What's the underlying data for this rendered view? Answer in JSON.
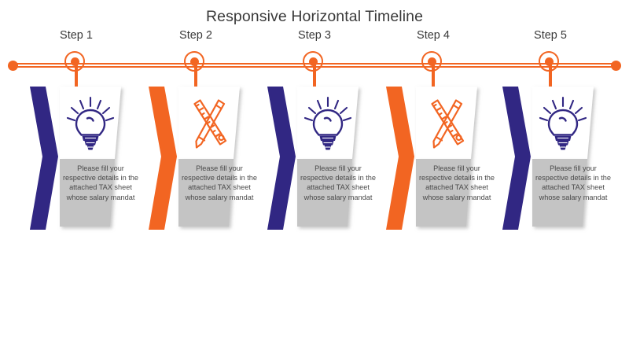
{
  "page": {
    "title": "Responsive Horizontal Timeline"
  },
  "colors": {
    "orange": "#f26522",
    "purple": "#312783",
    "gray_panel": "#c4c4c4",
    "white_panel": "#ffffff",
    "title_text": "#3a3a3a",
    "body_text": "#4a4a4a"
  },
  "timeline": {
    "axis_color": "#f26522",
    "left_cap": "endpoint-dot",
    "right_cap": "endpoint-dot"
  },
  "steps": [
    {
      "label": "Step 1",
      "marker_icon": "timeline-marker-dot",
      "accent_color": "#312783",
      "icon": "lightbulb-icon",
      "body": "Please fill your respective details in the attached TAX sheet whose salary mandat"
    },
    {
      "label": "Step 2",
      "marker_icon": "timeline-marker-dot",
      "accent_color": "#f26522",
      "icon": "ruler-pencil-icon",
      "body": "Please fill your respective details in the attached TAX sheet whose salary mandat"
    },
    {
      "label": "Step 3",
      "marker_icon": "timeline-marker-dot",
      "accent_color": "#312783",
      "icon": "lightbulb-icon",
      "body": "Please fill your respective details in the attached TAX sheet whose salary mandat"
    },
    {
      "label": "Step 4",
      "marker_icon": "timeline-marker-dot",
      "accent_color": "#f26522",
      "icon": "ruler-pencil-icon",
      "body": "Please fill your respective details in the attached TAX sheet whose salary mandat"
    },
    {
      "label": "Step 5",
      "marker_icon": "timeline-marker-dot",
      "accent_color": "#312783",
      "icon": "lightbulb-icon",
      "body": "Please fill your respective details in the attached TAX sheet whose salary mandat"
    }
  ]
}
